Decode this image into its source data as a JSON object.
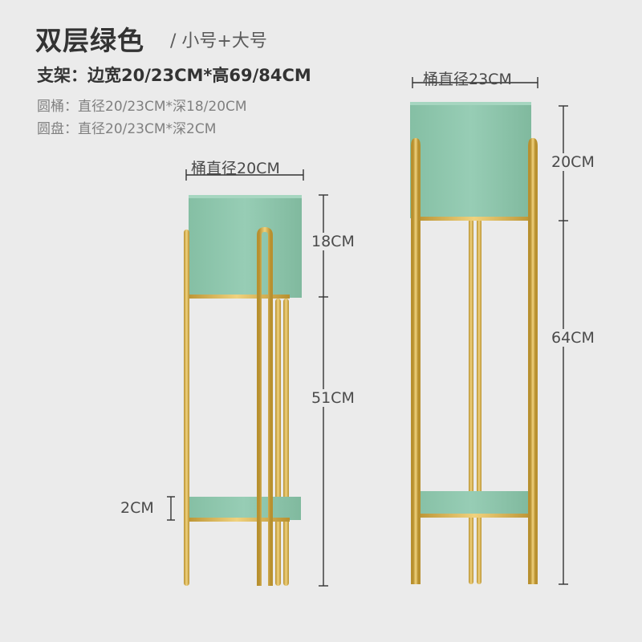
{
  "header": {
    "title": "双层绿色",
    "subtitle": "/ 小号+大号"
  },
  "specs": {
    "frame": "支架：边宽20/23CM*高69/84CM",
    "pot": "圆桶：直径20/23CM*深18/20CM",
    "tray": "圆盘：直径20/23CM*深2CM"
  },
  "small_stand": {
    "diameter_label": "桶直径20CM",
    "pot_depth_label": "18CM",
    "leg_height_label": "51CM",
    "tray_depth_label": "2CM"
  },
  "large_stand": {
    "diameter_label": "桶直径23CM",
    "pot_depth_label": "20CM",
    "leg_height_label": "64CM"
  },
  "colors": {
    "background": "#ebebeb",
    "pot_green": "#8fc8ae",
    "frame_gold": "#d8b45a",
    "dimension_line": "#333333"
  }
}
